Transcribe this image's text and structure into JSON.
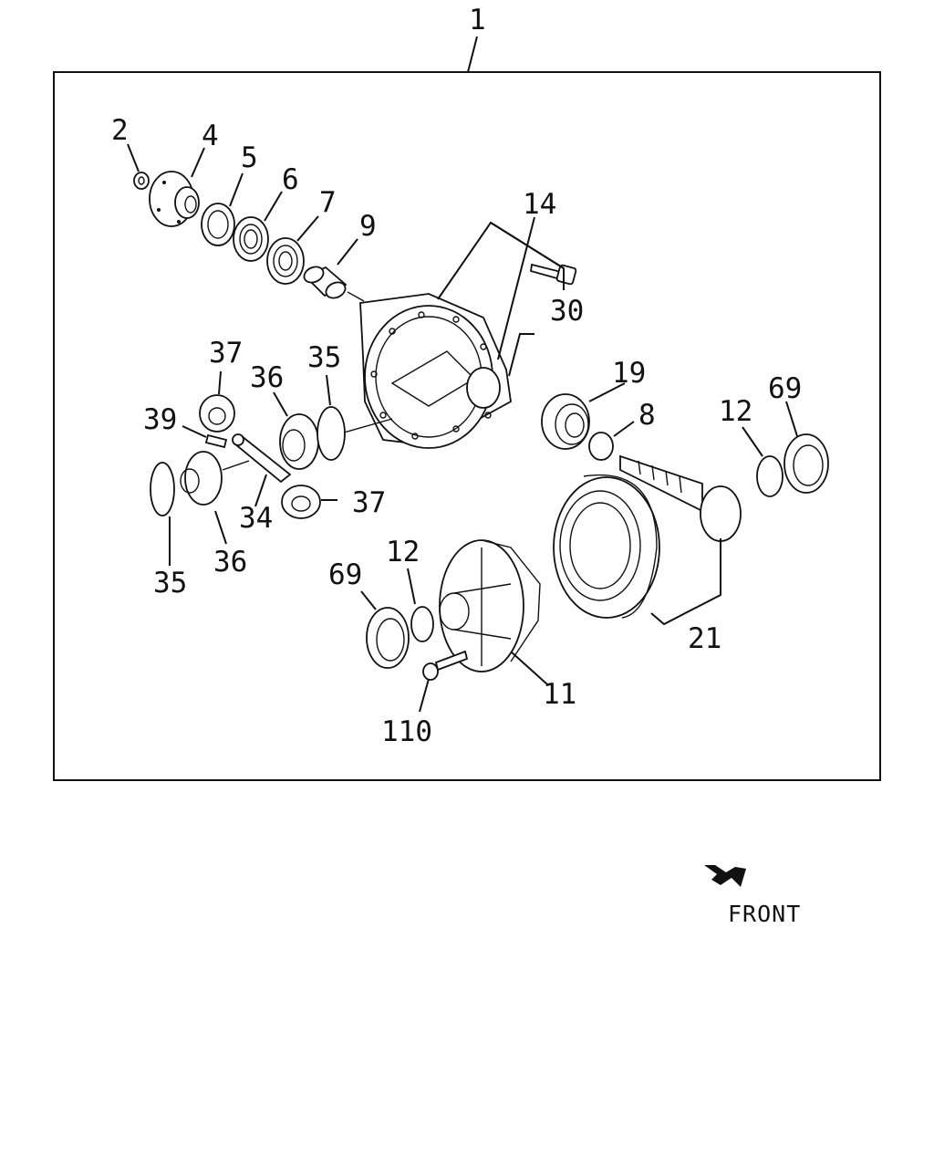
{
  "diagram": {
    "assembly_label": "1",
    "front_label": "FRONT",
    "callouts": {
      "c2": "2",
      "c4": "4",
      "c5": "5",
      "c6": "6",
      "c7": "7",
      "c9": "9",
      "c14": "14",
      "c30": "30",
      "c19": "19",
      "c8": "8",
      "c12a": "12",
      "c69a": "69",
      "c37a": "37",
      "c36a": "36",
      "c35a": "35",
      "c39": "39",
      "c34": "34",
      "c37b": "37",
      "c36b": "36",
      "c35b": "35",
      "c69b": "69",
      "c12b": "12",
      "c21": "21",
      "c11": "11",
      "c110": "110"
    }
  }
}
